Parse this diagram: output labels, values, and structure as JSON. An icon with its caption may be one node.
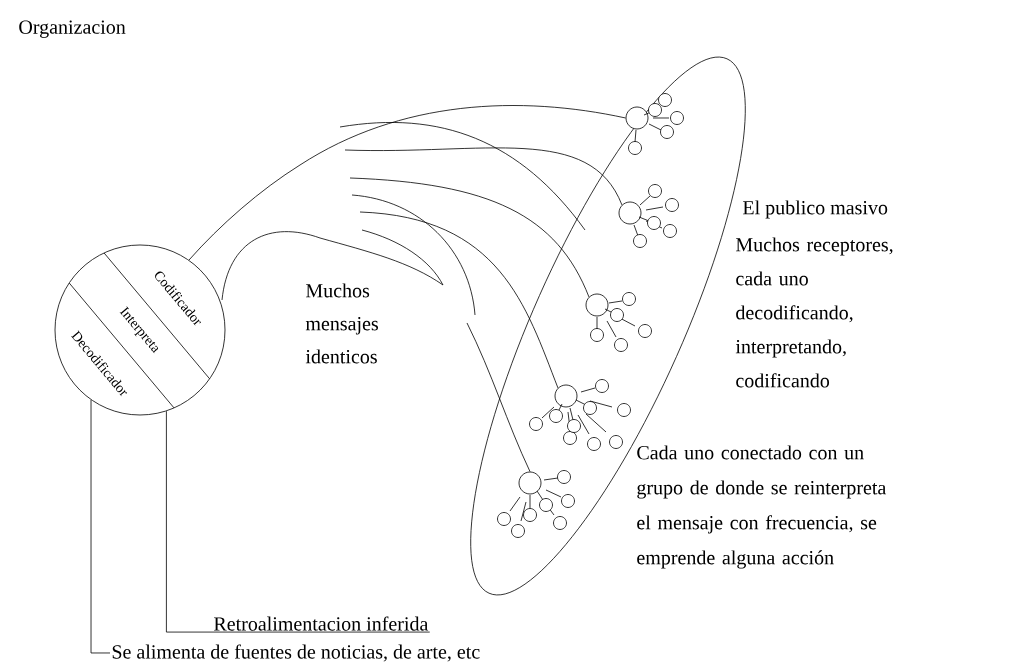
{
  "diagram": {
    "nodes": [
      {
        "text": [
          "Codificador",
          "Interpreta",
          "Decodificador"
        ]
      },
      {
        "text": [],
        "shape": "ellipse"
      },
      {
        "text": [],
        "shape": "circle",
        "in": 1
      },
      {
        "text": [],
        "shape": "circle",
        "in": 1
      },
      {
        "text": [],
        "shape": "circle",
        "in": 1
      },
      {
        "text": [],
        "shape": "circle",
        "in": 1
      },
      {
        "text": [],
        "shape": "circle",
        "in": 1
      },
      {
        "text": [
          "Retroalimentacion inferida"
        ]
      },
      {
        "text": [
          "Se alimenta de fuentes de noticias, de arte, etc"
        ]
      }
    ],
    "edges": [
      {
        "from": 0,
        "to": 2,
        "arrow": "none"
      },
      {
        "from": null,
        "to": 3,
        "arrow": "none"
      },
      {
        "from": null,
        "to": 4,
        "arrow": "none"
      },
      {
        "from": null,
        "to": 5,
        "arrow": "none"
      },
      {
        "from": null,
        "to": 6,
        "arrow": "none"
      },
      {
        "from": 0,
        "to": 7,
        "arrow": "none"
      },
      {
        "from": 0,
        "to": 8,
        "arrow": "none"
      }
    ],
    "labels": [
      "Organizacion",
      "Muchos mensajes identicos",
      "El publico masivo",
      "Muchos receptores, cada uno decodificando, interpretando, codificando",
      "Cada uno conectado con un grupo de donde se reinterpreta el mensaje con frecuencia, se emprende alguna acción"
    ]
  }
}
